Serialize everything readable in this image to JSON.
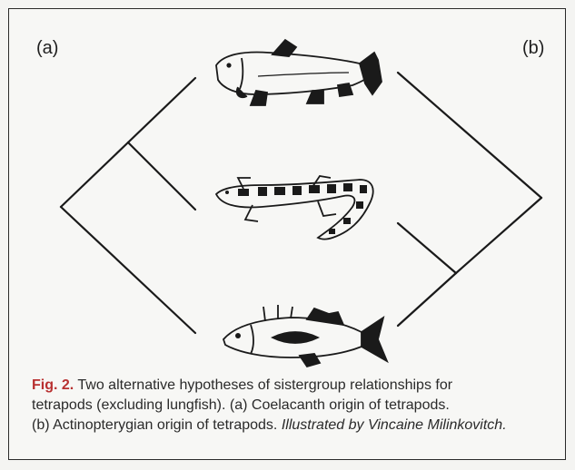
{
  "panels": {
    "left_label": "(a)",
    "right_label": "(b)"
  },
  "taxa": [
    "Coelacanth",
    "Tetrapod (salamander)",
    "Actinopterygian (stickleback)"
  ],
  "trees": {
    "a": {
      "title": "(a)",
      "topology": "((Coelacanth, Tetrapod), Actinopterygian)"
    },
    "b": {
      "title": "(b)",
      "topology": "(Coelacanth, (Tetrapod, Actinopterygian))"
    }
  },
  "caption": {
    "fig_ref": "Fig. 2.",
    "line1_rest": " Two alternative hypotheses of sistergroup relationships for",
    "line2": "tetrapods (excluding lungfish). (a) Coelacanth origin of tetrapods.",
    "line3": "(b) Actinopterygian origin of tetrapods. ",
    "credit": "Illustrated by Vincaine Milinkovitch."
  },
  "colors": {
    "background": "#f7f7f5",
    "lines": "#1a1a1a",
    "fig_ref": "#b83030"
  }
}
